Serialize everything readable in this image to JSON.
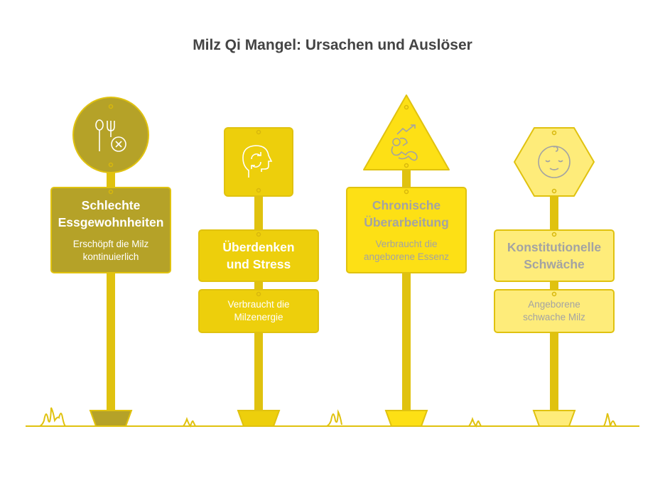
{
  "title": "Milz Qi Mangel: Ursachen und Auslöser",
  "signs": [
    {
      "heading": "Schlechte Essgewohnheiten",
      "desc": "Erschöpft die Milz kontinuierlich",
      "icon": "cutlery-cross-icon",
      "color": "#b5a228"
    },
    {
      "heading": "Überdenken und Stress",
      "desc": "Verbraucht die Milzenergie",
      "icon": "head-cycle-icon",
      "color": "#edcf0c"
    },
    {
      "heading": "Chronische Überarbeitung",
      "desc": "Verbraucht die angeborene Essenz",
      "icon": "exhausted-person-icon",
      "color": "#fde015"
    },
    {
      "heading": "Konstitutionelle Schwäche",
      "desc": "Angeborene schwache Milz",
      "icon": "baby-face-icon",
      "color": "#feec7a"
    }
  ],
  "colors": {
    "pole": "#e0c20f",
    "text_gray": "#a3a3a3",
    "title": "#444444"
  }
}
